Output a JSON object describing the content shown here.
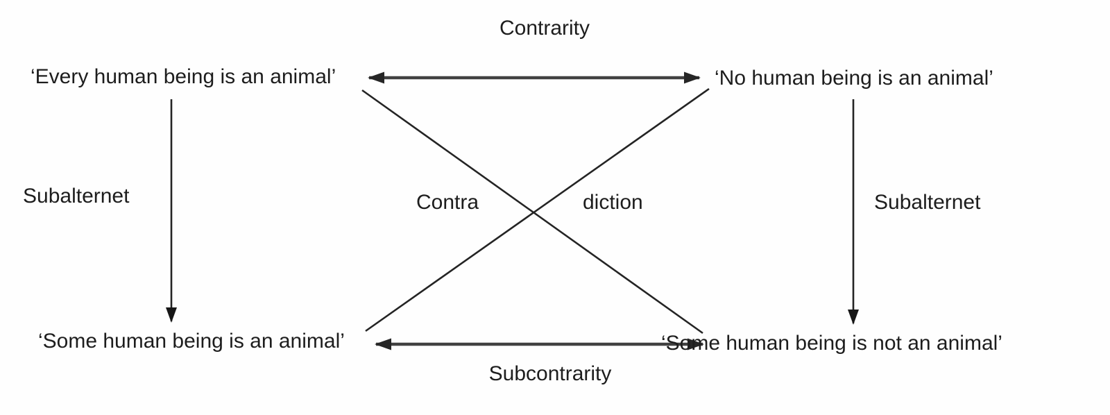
{
  "diagram": {
    "type": "square-of-opposition",
    "nodes": [
      {
        "id": "A",
        "position": "top-left",
        "label": "‘Every human being is an animal’"
      },
      {
        "id": "E",
        "position": "top-right",
        "label": "‘No human being is an animal’"
      },
      {
        "id": "I",
        "position": "bottom-left",
        "label": "‘Some human being is an animal’"
      },
      {
        "id": "O",
        "position": "bottom-right",
        "label": "‘Some human being is not an animal’"
      }
    ],
    "relations": {
      "contrarity_label": "Contrarity",
      "subcontrarity_label": "Subcontrarity",
      "subaltern_left_label": "Subalternet",
      "subaltern_right_label": "Subalternet",
      "contradiction_label_left": "Contra",
      "contradiction_label_right": "diction"
    },
    "arrows": [
      {
        "name": "contrarity-arrow",
        "style": "double-headed horizontal"
      },
      {
        "name": "subcontrarity-arrow",
        "style": "double-headed horizontal"
      },
      {
        "name": "subaltern-left-arrow",
        "style": "downward vertical"
      },
      {
        "name": "subaltern-right-arrow",
        "style": "downward vertical"
      },
      {
        "name": "contradiction-diagonal-a",
        "style": "plain diagonal"
      },
      {
        "name": "contradiction-diagonal-b",
        "style": "plain diagonal"
      }
    ],
    "colors": {
      "background": "#fefefe",
      "text": "#1d1d1d",
      "line": "#242424",
      "thick_line": "#414141"
    }
  }
}
